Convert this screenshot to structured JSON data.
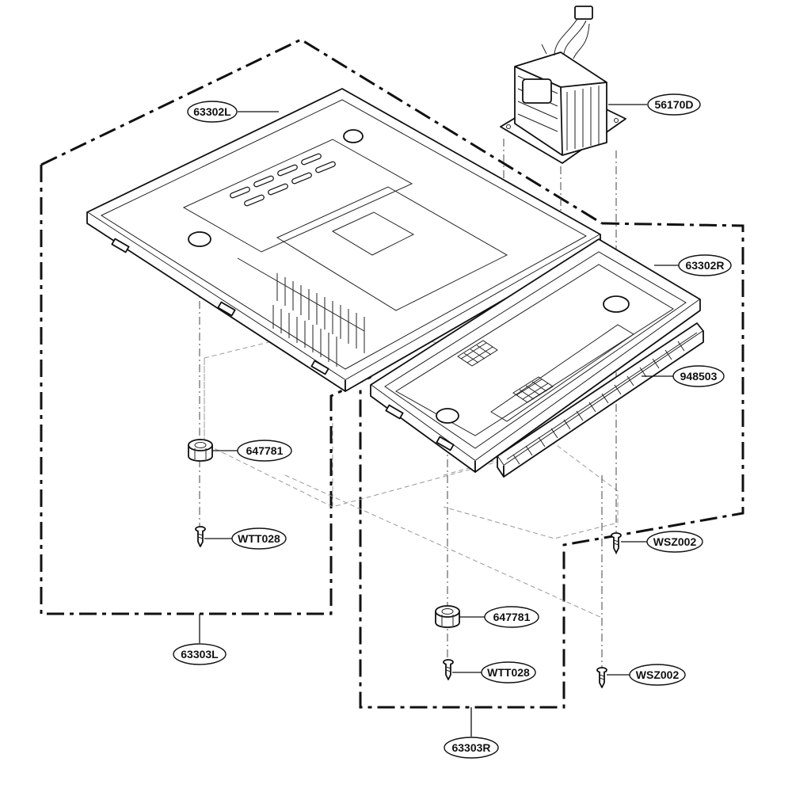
{
  "diagram": {
    "labels": {
      "part_63302L": "63302L",
      "part_56170D": "56170D",
      "part_63302R": "63302R",
      "part_948503": "948503",
      "part_647781_left": "647781",
      "part_WTT028_left": "WTT028",
      "part_WSZ002_upper": "WSZ002",
      "part_63303L": "63303L",
      "part_647781_right": "647781",
      "part_WTT028_right": "WTT028",
      "part_WSZ002_lower": "WSZ002",
      "part_63303R": "63303R"
    }
  }
}
